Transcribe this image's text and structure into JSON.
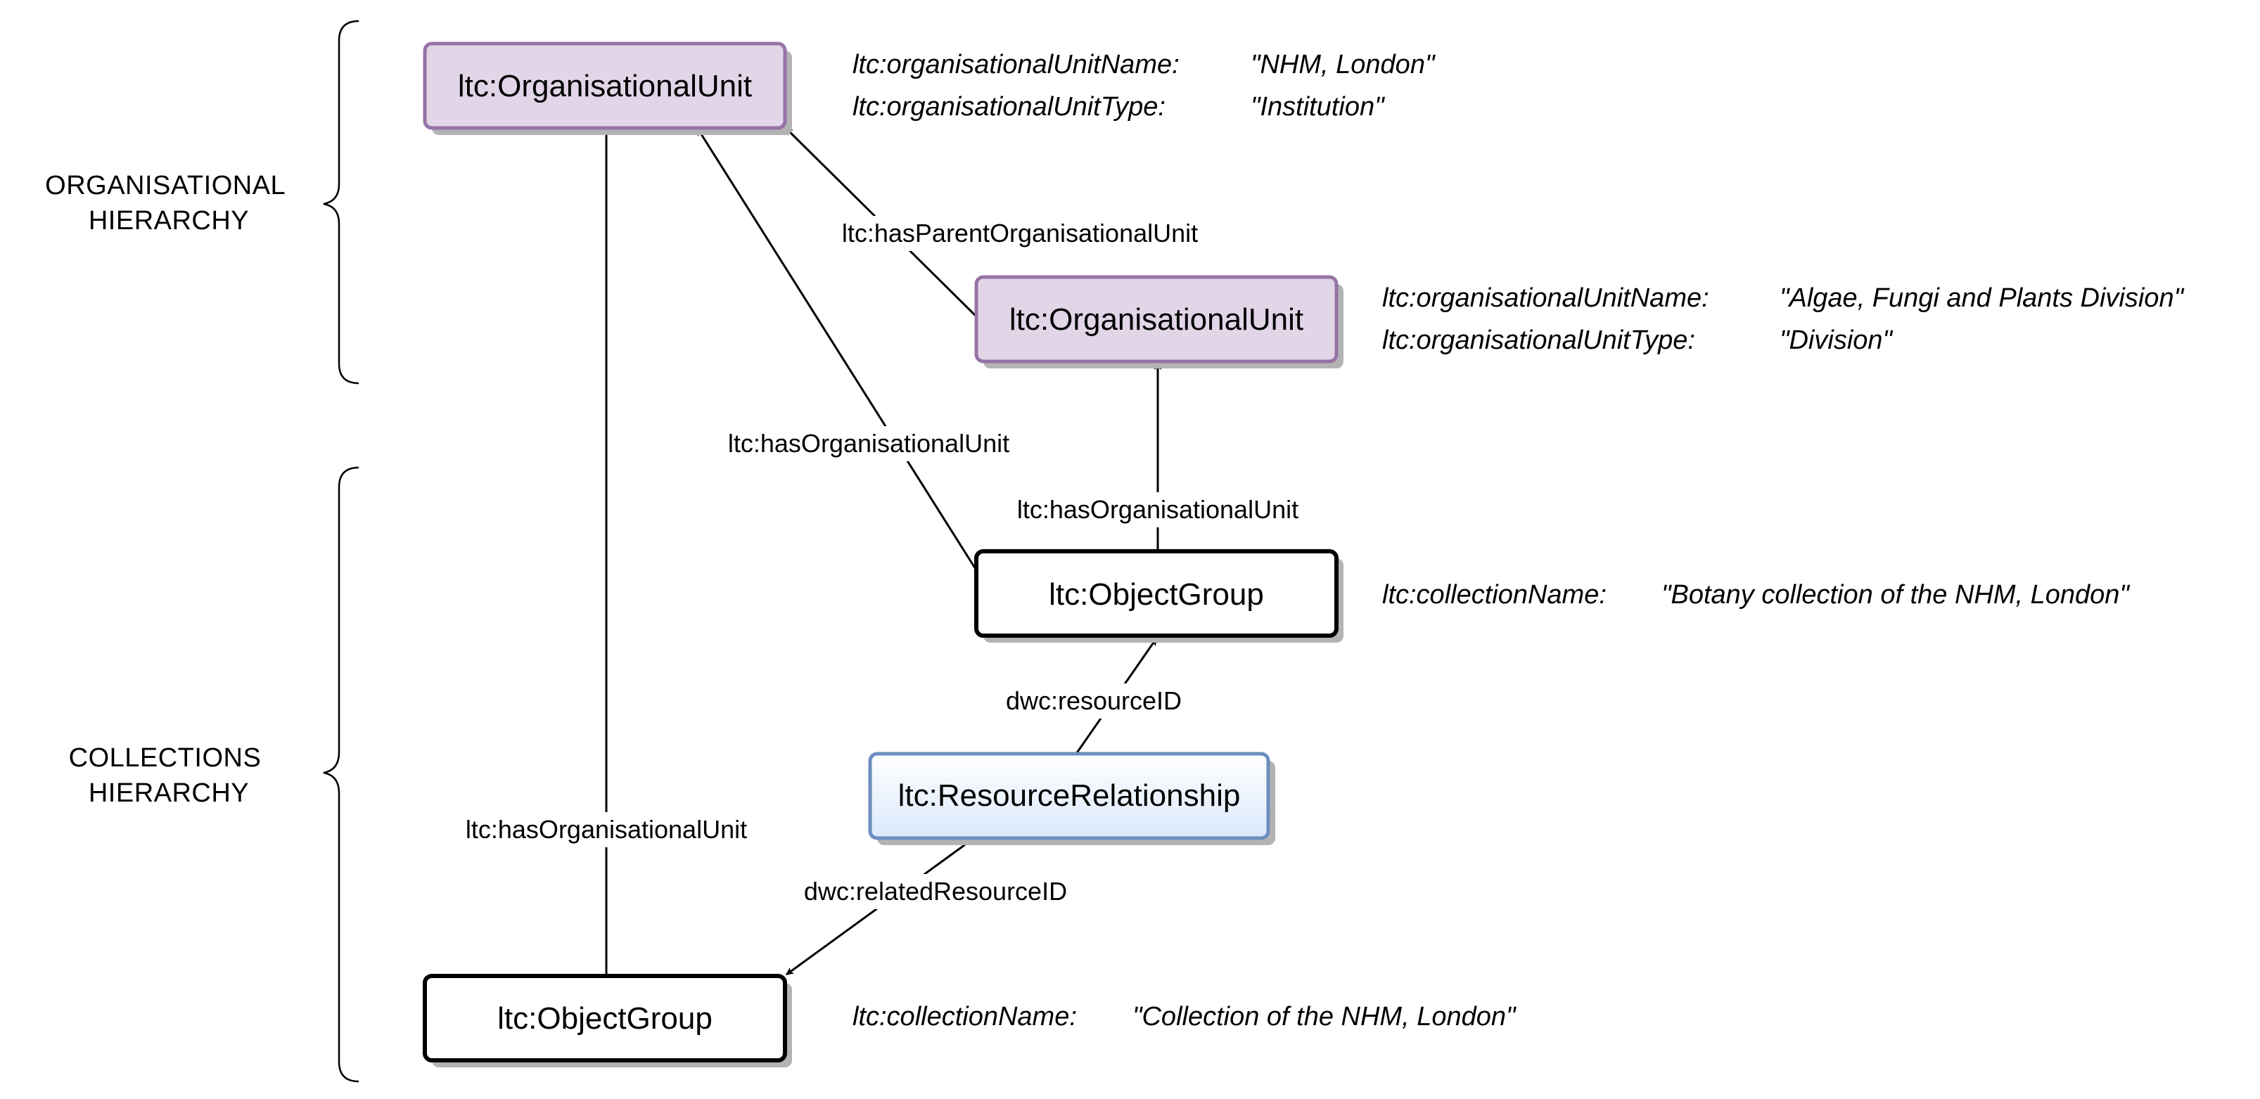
{
  "colors": {
    "org_fill": "#e1d5e7",
    "org_stroke": "#9673a6",
    "rel_fill_top": "#ffffff",
    "rel_fill_bottom": "#dae8fc",
    "rel_stroke": "#6c8ebf",
    "group_fill": "#ffffff",
    "group_stroke": "#000000",
    "shadow": "#b3b3b3"
  },
  "hierarchy": {
    "organisational": [
      "ORGANISATIONAL",
      "HIERARCHY"
    ],
    "collections": [
      "COLLECTIONS",
      "HIERARCHY"
    ]
  },
  "nodes": {
    "org_institution": {
      "label": "ltc:OrganisationalUnit",
      "props": [
        {
          "key": "ltc:organisationalUnitName:",
          "value": "\"NHM, London\""
        },
        {
          "key": "ltc:organisationalUnitType:",
          "value": "\"Institution\""
        }
      ]
    },
    "org_division": {
      "label": "ltc:OrganisationalUnit",
      "props": [
        {
          "key": "ltc:organisationalUnitName:",
          "value": "\"Algae, Fungi and Plants Division\""
        },
        {
          "key": "ltc:organisationalUnitType:",
          "value": "\"Division\""
        }
      ]
    },
    "group_botany": {
      "label": "ltc:ObjectGroup",
      "props": [
        {
          "key": "ltc:collectionName:",
          "value": "\"Botany collection of the NHM, London\""
        }
      ]
    },
    "resource_relationship": {
      "label": "ltc:ResourceRelationship"
    },
    "group_collection": {
      "label": "ltc:ObjectGroup",
      "props": [
        {
          "key": "ltc:collectionName:",
          "value": "\"Collection of the NHM, London\""
        }
      ]
    }
  },
  "edges": {
    "division_to_institution": "ltc:hasParentOrganisationalUnit",
    "botany_to_institution": "ltc:hasOrganisationalUnit",
    "botany_to_division": "ltc:hasOrganisationalUnit",
    "rel_to_botany": "dwc:resourceID",
    "rel_to_collection": "dwc:relatedResourceID",
    "collection_to_institution": "ltc:hasOrganisationalUnit"
  }
}
